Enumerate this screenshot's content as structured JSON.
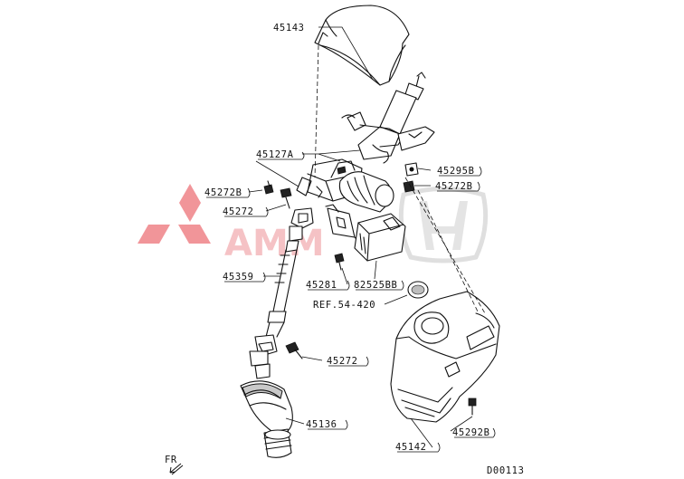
{
  "parts": {
    "p45143": "45143",
    "p45127A": "45127A",
    "p45272B_left": "45272B",
    "p45272_upper": "45272",
    "p45359": "45359",
    "p45281": "45281",
    "p82525BB": "82525BB",
    "ref": "REF.54-420",
    "p45295B": "45295B",
    "p45272B_right": "45272B",
    "p45272_lower": "45272",
    "p45136": "45136",
    "p45142": "45142",
    "p45292B": "45292B"
  },
  "direction_label": "FR",
  "diagram_code": "D00113",
  "watermark": {
    "text": "AMM",
    "colors": {
      "red": "#e63a42",
      "grey": "#d8d8d8"
    }
  }
}
